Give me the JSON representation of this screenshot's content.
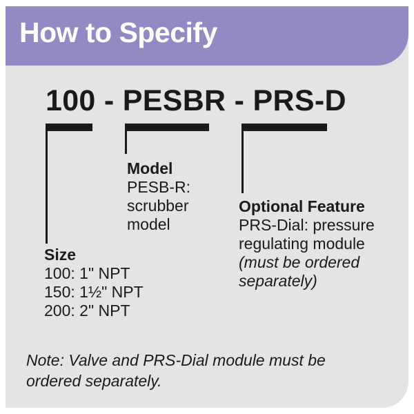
{
  "header": {
    "title": "How to Specify"
  },
  "code": {
    "text": "100 - PESBR - PRS-D"
  },
  "size": {
    "heading": "Size",
    "options": [
      "100: 1\" NPT",
      "150: 1½\" NPT",
      "200: 2\" NPT"
    ]
  },
  "model": {
    "heading": "Model",
    "lines": [
      "PESB-R:",
      "scrubber",
      "model"
    ]
  },
  "feature": {
    "heading": "Optional Feature",
    "lines": [
      "PRS-Dial: pressure",
      "regulating module"
    ],
    "italic_lines": [
      "(must be ordered",
      "separately)"
    ]
  },
  "note": {
    "text": "Note: Valve and PRS-Dial module must be ordered separately."
  },
  "colors": {
    "header": "#9589c4",
    "background": "#e4e4e5",
    "text": "#1a1a1a"
  }
}
